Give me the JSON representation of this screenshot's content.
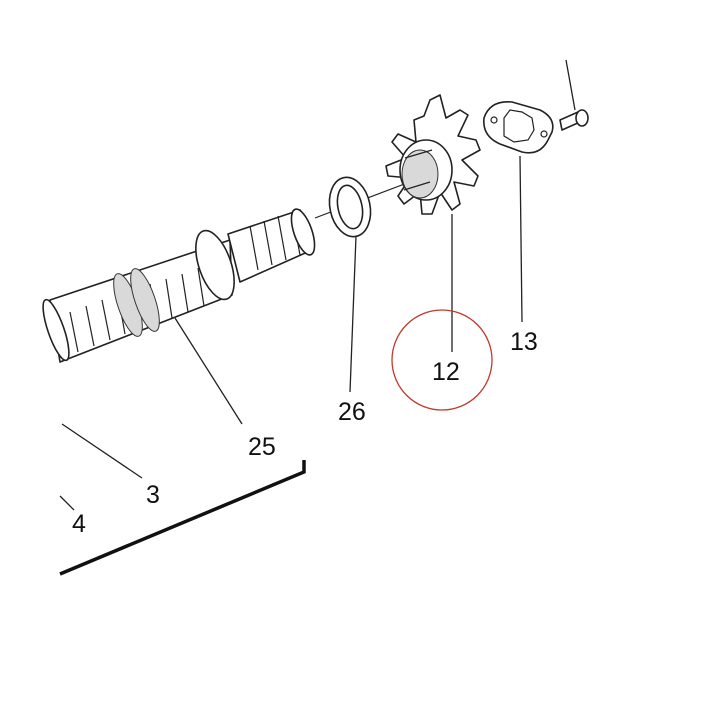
{
  "callouts": {
    "part_12": "12",
    "part_13": "13",
    "part_26": "26",
    "part_25": "25",
    "part_3": "3",
    "part_4": "4"
  },
  "highlight": {
    "target": "12",
    "color": "#c0392b"
  },
  "colors": {
    "line": "#222222",
    "background": "#ffffff"
  }
}
